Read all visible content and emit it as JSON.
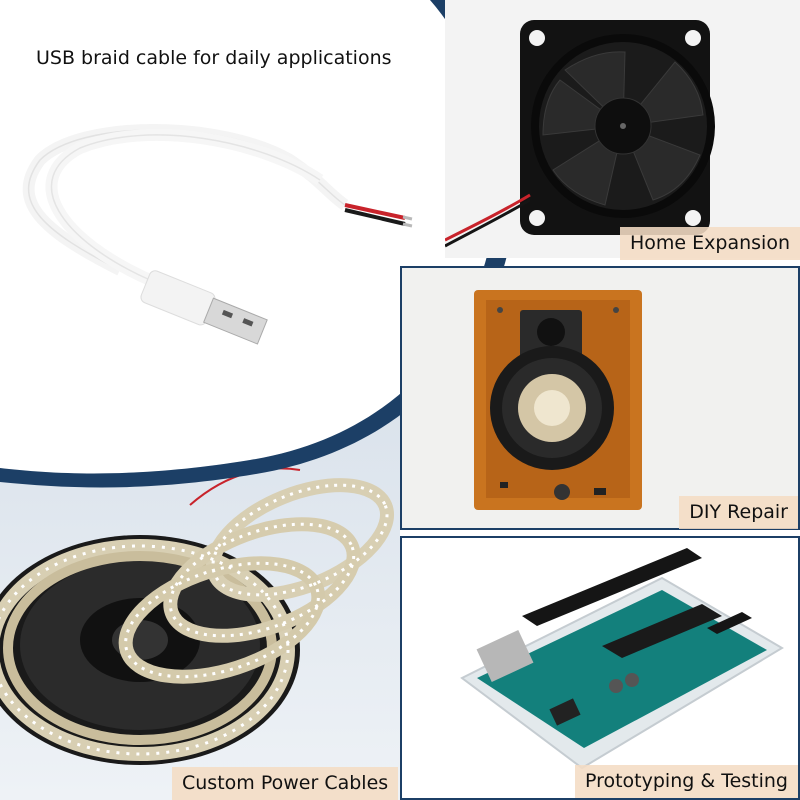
{
  "headline": "USB braid cable for daily applications",
  "panels": {
    "home_expansion": {
      "caption": "Home Expansion"
    },
    "diy_repair": {
      "caption": "DIY Repair"
    },
    "prototyping_testing": {
      "caption": "Prototyping & Testing"
    },
    "custom_power_cables": {
      "caption": "Custom Power Cables"
    }
  },
  "colors": {
    "navy_arc": "#1c3f66",
    "caption_bg": "#f4dcc4",
    "panel_border": "#1c3f66",
    "board_teal": "#13807c"
  }
}
